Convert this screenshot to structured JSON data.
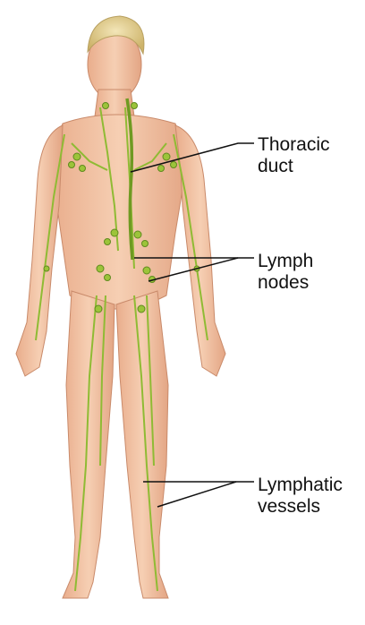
{
  "labels": {
    "thoracic_duct": "Thoracic\nduct",
    "lymph_nodes": "Lymph\nnodes",
    "lymphatic_vessels": "Lymphatic\nvessels"
  },
  "colors": {
    "skin": "#f2c4a6",
    "skin_shadow": "#d99a7a",
    "hair": "#e8d59a",
    "lymph": "#9cc43a",
    "lymph_dark": "#5f8a1e",
    "leader_line": "#111111"
  }
}
